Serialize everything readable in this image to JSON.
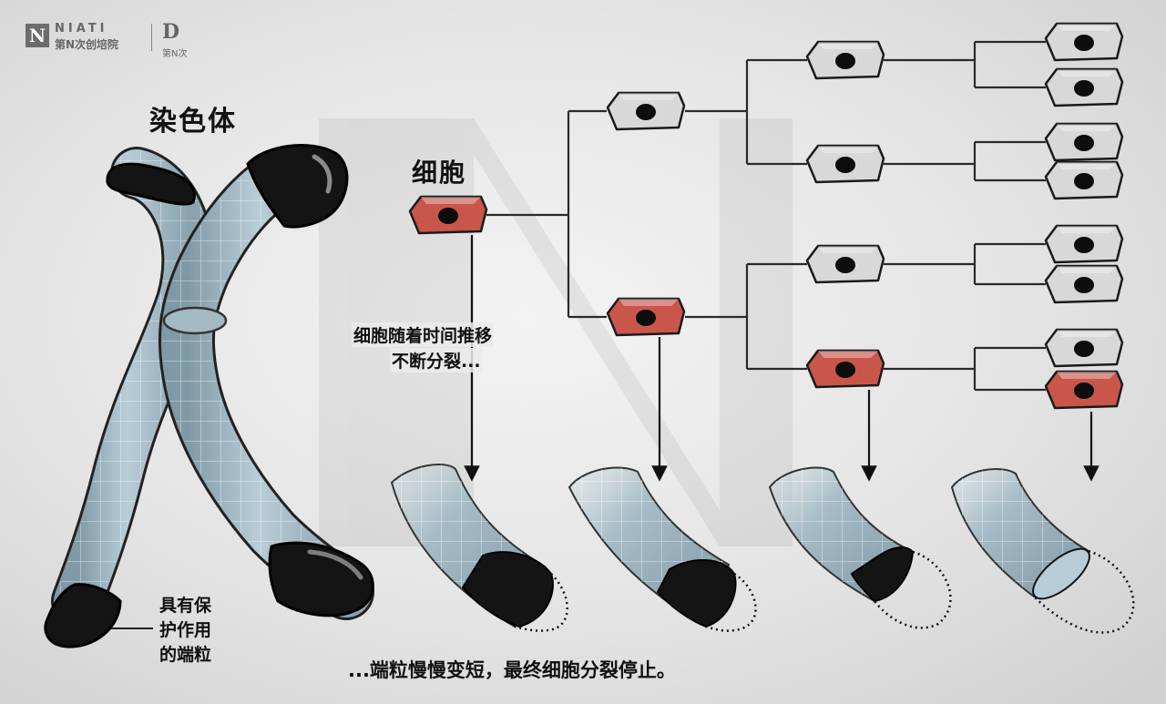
{
  "logo": {
    "letter": "N",
    "brand": "NIATI",
    "brand_sub": "第N次创培院",
    "mark": "D",
    "mark_sub": "第N次"
  },
  "labels": {
    "chromosome_title": "染色体",
    "cell_title": "细胞",
    "division_note_line1": "细胞随着时间推移",
    "division_note_line2": "不断分裂...",
    "telomere_line1": "具有保",
    "telomere_line2": "护作用",
    "telomere_line3": "的端粒",
    "bottom_caption": "...端粒慢慢变短，最终细胞分裂停止。"
  },
  "colors": {
    "cell_active": "#c9564a",
    "cell_inactive": "#d8d8d8",
    "telomere": "#141414",
    "chromatid": "#9fb6c2",
    "line": "#2a2a2a"
  }
}
